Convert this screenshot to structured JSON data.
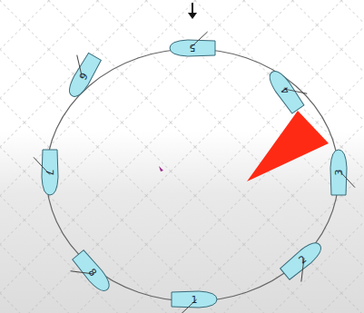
{
  "diagram": {
    "nodes": [
      {
        "text": [
          "5"
        ]
      },
      {
        "text": [
          "6"
        ]
      },
      {
        "text": [
          "4"
        ]
      },
      {
        "text": [
          "3"
        ]
      },
      {
        "text": [
          "7"
        ]
      },
      {
        "text": [
          "2"
        ]
      },
      {
        "text": [
          "8"
        ]
      },
      {
        "text": [
          "1"
        ]
      }
    ]
  }
}
